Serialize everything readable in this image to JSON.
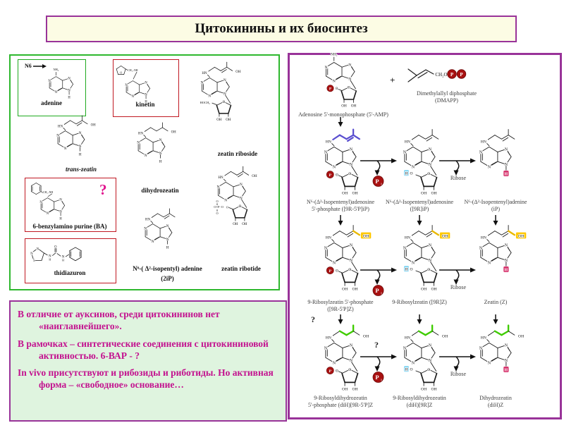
{
  "slide": {
    "title": "Цитокинины и их биосинтез"
  },
  "left_panel": {
    "n6_prefix": "N6",
    "question_mark": "?",
    "items": [
      {
        "label": "adenine"
      },
      {
        "label": "kinetin"
      },
      {
        "label": "trans-zeatin"
      },
      {
        "label": "zeatin riboside"
      },
      {
        "label": "dihydrozeatin"
      },
      {
        "label": "6-benzylamino purine (BA)"
      },
      {
        "label": "thidiazuron"
      },
      {
        "label": "N⁶-( Δ²-isopentyl) adenine",
        "label2": "(2iP)"
      },
      {
        "label": "zeatin ribotide"
      }
    ]
  },
  "note_box": {
    "lines": [
      "В отличие от ауксинов, среди цитокининов нет «наиглавнейшего».",
      "В рамочках – синтетические соединения с цитокининовой активностью.  6-ВАР - ?",
      "In vivo присутствуют и рибозиды и риботиды. Но активная форма – «свободное» основание…"
    ]
  },
  "pathway": {
    "plus": "+",
    "question": "?",
    "byproducts": {
      "pi": "Pi",
      "ribose": "Ribose"
    },
    "captions": {
      "amp": "Adenosine 5'-monophosphate (5'-AMP)",
      "dmapp": "Dimethylallyl diphosphate\n(DMAPP)",
      "r2c1": "N⁶-(Δ²-Isopentenyl)adenosine\n5'-phosphate ([9R-5'P]iP)",
      "r2c2": "N⁶-(Δ²-Isopentenyl)adenosine\n([9R]iP)",
      "r2c3": "N⁶-(Δ²-Isopentenyl)adenine\n(iP)",
      "r3c1": "9-Ribosylzeatin 5'-phosphate\n([9R-5'P]Z)",
      "r3c2": "9-Ribosylzeatin ([9R]Z)",
      "r3c3": "Zeatin (Z)",
      "r4c1": "9-Ribosyldihydrozeatin\n5'-phosphate (diH)[9R-5'P]Z",
      "r4c2": "9-Ribosyldihydrozeatin\n(diH)[9R]Z",
      "r4c3": "Dihydrozeatin\n(diH)Z"
    }
  },
  "colors": {
    "accent_purple": "#993399",
    "box_red": "#c01822",
    "box_green": "#1faa1f",
    "panel_green": "#2eb82e",
    "note_text": "#c3128f",
    "note_bg": "#dff4df",
    "title_bg": "#fcfce4",
    "highlight_yellow": "#ffc800",
    "highlight_cyan": "#79d2f2",
    "highlight_red": "#d6336c",
    "phosphate_red": "#a81111",
    "chain_purple": "#5a4fd0",
    "chain_green": "#3fcc00"
  }
}
